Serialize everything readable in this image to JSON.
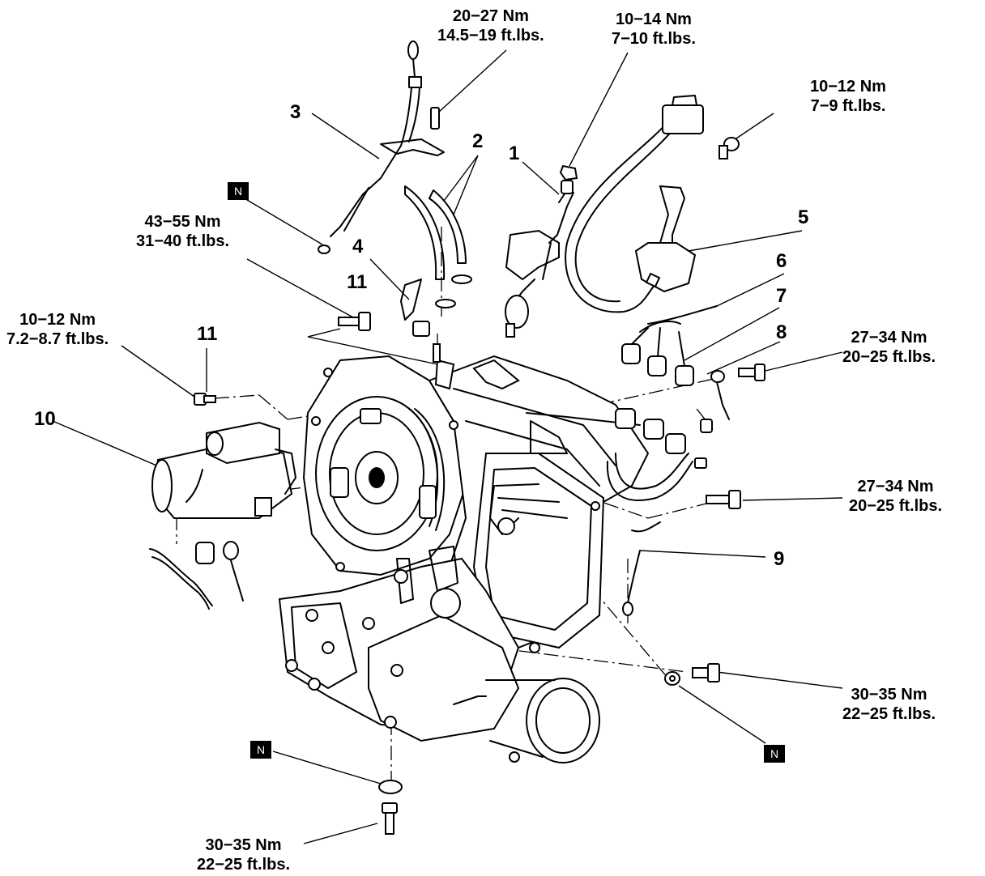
{
  "torque_labels": [
    {
      "id": "t1",
      "nm": "20−27 Nm",
      "ftlb": "14.5−19 ft.lbs."
    },
    {
      "id": "t2",
      "nm": "10−14 Nm",
      "ftlb": "7−10 ft.lbs."
    },
    {
      "id": "t3",
      "nm": "10−12 Nm",
      "ftlb": "7−9 ft.lbs."
    },
    {
      "id": "t4",
      "nm": "43−55 Nm",
      "ftlb": "31−40 ft.lbs."
    },
    {
      "id": "t5",
      "nm": "10−12 Nm",
      "ftlb": "7.2−8.7 ft.lbs."
    },
    {
      "id": "t6",
      "nm": "27−34 Nm",
      "ftlb": "20−25 ft.lbs."
    },
    {
      "id": "t7",
      "nm": "27−34 Nm",
      "ftlb": "20−25 ft.lbs."
    },
    {
      "id": "t8",
      "nm": "30−35 Nm",
      "ftlb": "22−25 ft.lbs."
    },
    {
      "id": "t9",
      "nm": "30−35 Nm",
      "ftlb": "22−25 ft.lbs."
    }
  ],
  "callouts": [
    "1",
    "2",
    "3",
    "4",
    "5",
    "6",
    "7",
    "8",
    "9",
    "10",
    "11",
    "11"
  ],
  "new_part_marker": "N"
}
